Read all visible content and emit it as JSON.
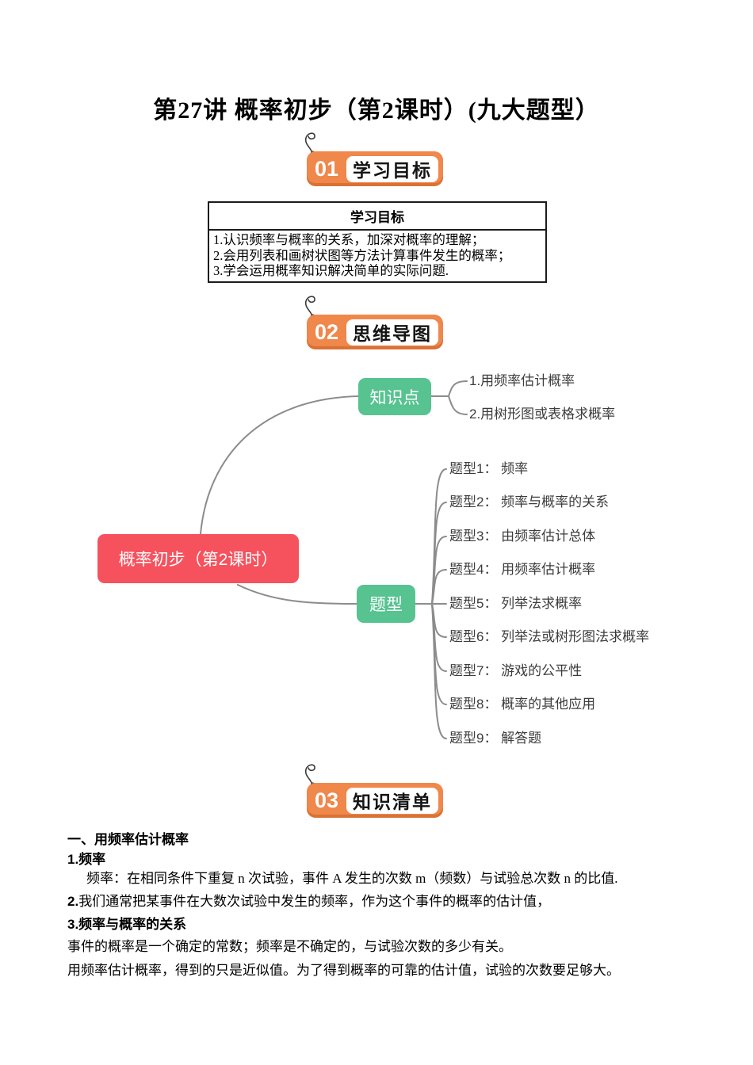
{
  "page_title": "第27讲 概率初步（第2课时）(九大题型）",
  "badges": [
    {
      "number": "01",
      "label": "学习目标"
    },
    {
      "number": "02",
      "label": "思维导图"
    },
    {
      "number": "03",
      "label": "知识清单"
    }
  ],
  "objectives_box": {
    "header": "学习目标",
    "items": [
      "1.认识频率与概率的关系，加深对概率的理解；",
      "2.会用列表和画树状图等方法计算事件发生的概率；",
      "3.学会运用概率知识解决简单的实际问题."
    ]
  },
  "mindmap": {
    "root": "概率初步（第2课时）",
    "knowledge_branch": {
      "label": "知识点",
      "items": [
        "1.用频率估计概率",
        "2.用树形图或表格求概率"
      ]
    },
    "types_branch": {
      "label": "题型",
      "items": [
        "题型1： 频率",
        "题型2： 频率与概率的关系",
        "题型3： 由频率估计总体",
        "题型4： 用频率估计概率",
        "题型5： 列举法求概率",
        "题型6： 列举法或树形图法求概率",
        "题型7： 游戏的公平性",
        "题型8： 概率的其他应用",
        "题型9： 解答题"
      ]
    },
    "colors": {
      "root_node": "#f5525e",
      "branch_node": "#57c390",
      "connector_line": "#8c8c8c"
    }
  },
  "knowledge_list": {
    "section_heading": "一、用频率估计概率",
    "sub1_heading": "1.频率",
    "sub1_text": "频率：在相同条件下重复 n 次试验，事件 A 发生的次数 m（频数）与试验总次数 n 的比值.",
    "item2_num": "2.",
    "item2_text": "我们通常把某事件在大数次试验中发生的频率，作为这个事件的概率的估计值，",
    "sub3_heading": "3.频率与概率的关系",
    "sub3_text1": "事件的概率是一个确定的常数；频率是不确定的，与试验次数的多少有关。",
    "sub3_text2": "用频率估计概率，得到的只是近似值。为了得到概率的可靠的估计值，试验的次数要足够大。"
  },
  "accent_colors": {
    "badge_orange": "#f0874b"
  }
}
